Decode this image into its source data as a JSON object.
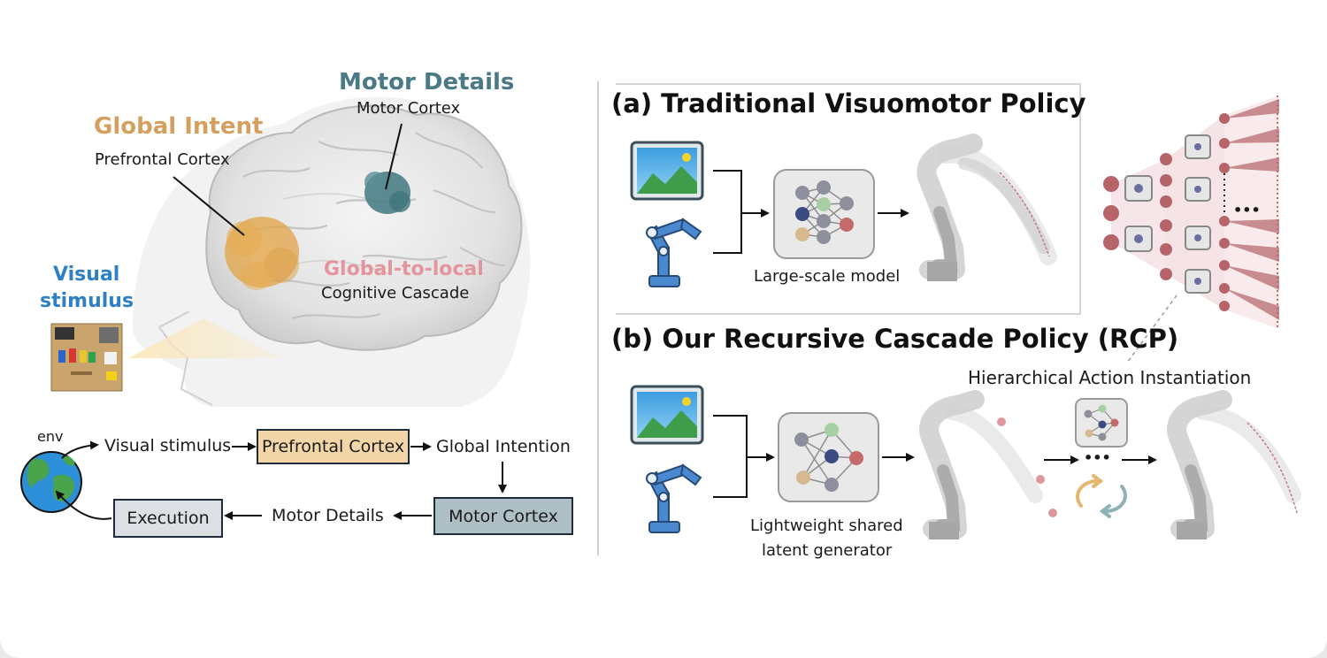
{
  "left": {
    "title_motor_details": "Motor Details",
    "label_motor_cortex": "Motor Cortex",
    "title_global_intent": "Global Intent",
    "label_prefrontal_cortex": "Prefrontal Cortex",
    "title_visual_stimulus_line1": "Visual",
    "title_visual_stimulus_line2": "stimulus",
    "title_global_to_local": "Global-to-local",
    "label_cognitive_cascade": "Cognitive Cascade",
    "flow": {
      "env": "env",
      "visual_stimulus": "Visual stimulus",
      "prefrontal_cortex": "Prefrontal Cortex",
      "global_intention": "Global Intention",
      "motor_cortex": "Motor Cortex",
      "motor_details": "Motor Details",
      "execution": "Execution"
    }
  },
  "panel_a": {
    "title": "(a) Traditional Visuomotor Policy",
    "model_label": "Large-scale model"
  },
  "panel_b": {
    "title": "(b) Our Recursive Cascade Policy (RCP)",
    "generator_label_line1": "Lightweight shared",
    "generator_label_line2": "latent generator",
    "hierarchy_label": "Hierarchical Action Instantiation"
  },
  "ellipsis": "•••",
  "colors": {
    "global_intent": "#d4a05f",
    "motor_details": "#4a7a86",
    "visual_stimulus": "#2f7fc4",
    "global_to_local": "#e3949c",
    "prefrontal_box": "#f2d6a8",
    "motor_box": "#aebfc5",
    "execution_box": "#dcdfe3",
    "tree_node": "#b6646a",
    "tree_fan": "#f0d0d3"
  }
}
